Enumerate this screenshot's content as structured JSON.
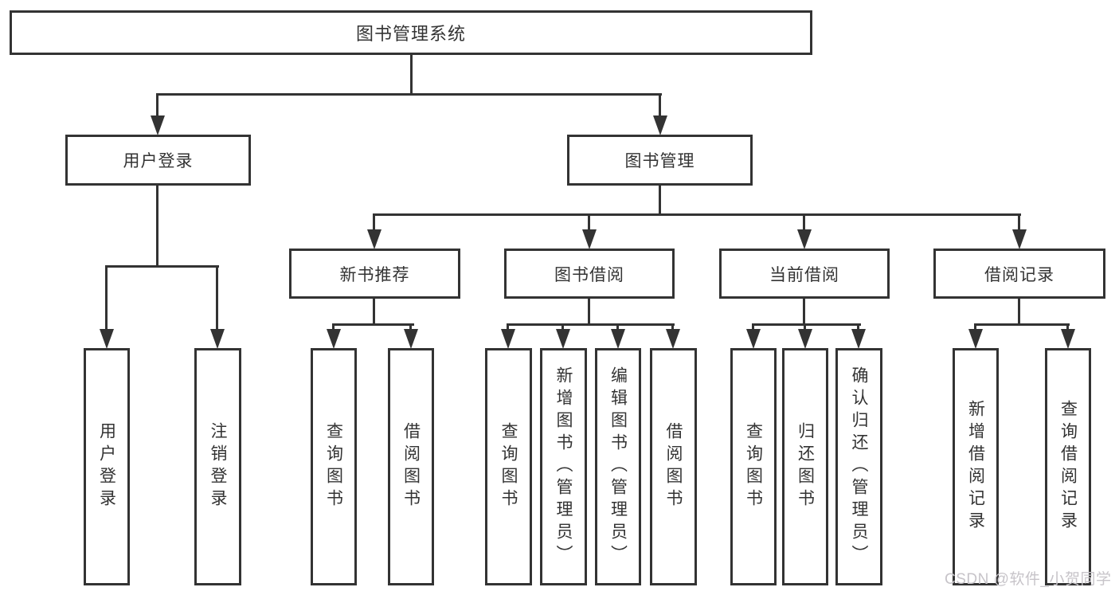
{
  "nodes": {
    "root": {
      "label": "图书管理系统"
    },
    "user_login": {
      "label": "用户登录"
    },
    "book_management": {
      "label": "图书管理"
    },
    "new_book_recommend": {
      "label": "新书推荐"
    },
    "book_borrow": {
      "label": "图书借阅"
    },
    "current_borrow": {
      "label": "当前借阅"
    },
    "borrow_records": {
      "label": "借阅记录"
    },
    "leaf_user_login": {
      "label": "用户登录"
    },
    "leaf_logout": {
      "label": "注销登录"
    },
    "leaf_recommend_query_books": {
      "label": "查询图书"
    },
    "leaf_recommend_borrow_books": {
      "label": "借阅图书"
    },
    "leaf_borrow_query_books": {
      "label": "查询图书"
    },
    "leaf_borrow_add_books": {
      "label": "新增图书（管理员）"
    },
    "leaf_borrow_edit_books": {
      "label": "编辑图书（管理员）"
    },
    "leaf_borrow_borrow_books": {
      "label": "借阅图书"
    },
    "leaf_current_query_books": {
      "label": "查询图书"
    },
    "leaf_current_return_books": {
      "label": "归还图书"
    },
    "leaf_current_confirm_return": {
      "label": "确认归还（管理员）"
    },
    "leaf_records_add_record": {
      "label": "新增借阅记录"
    },
    "leaf_records_query_record": {
      "label": "查询借阅记录"
    }
  },
  "watermark": {
    "text": "CSDN @软件_小贺同学"
  },
  "colors": {
    "line": "#333333",
    "text": "#333333",
    "box_background": "#ffffff",
    "page_background": "#ffffff",
    "watermark": "#c7c4c9"
  }
}
